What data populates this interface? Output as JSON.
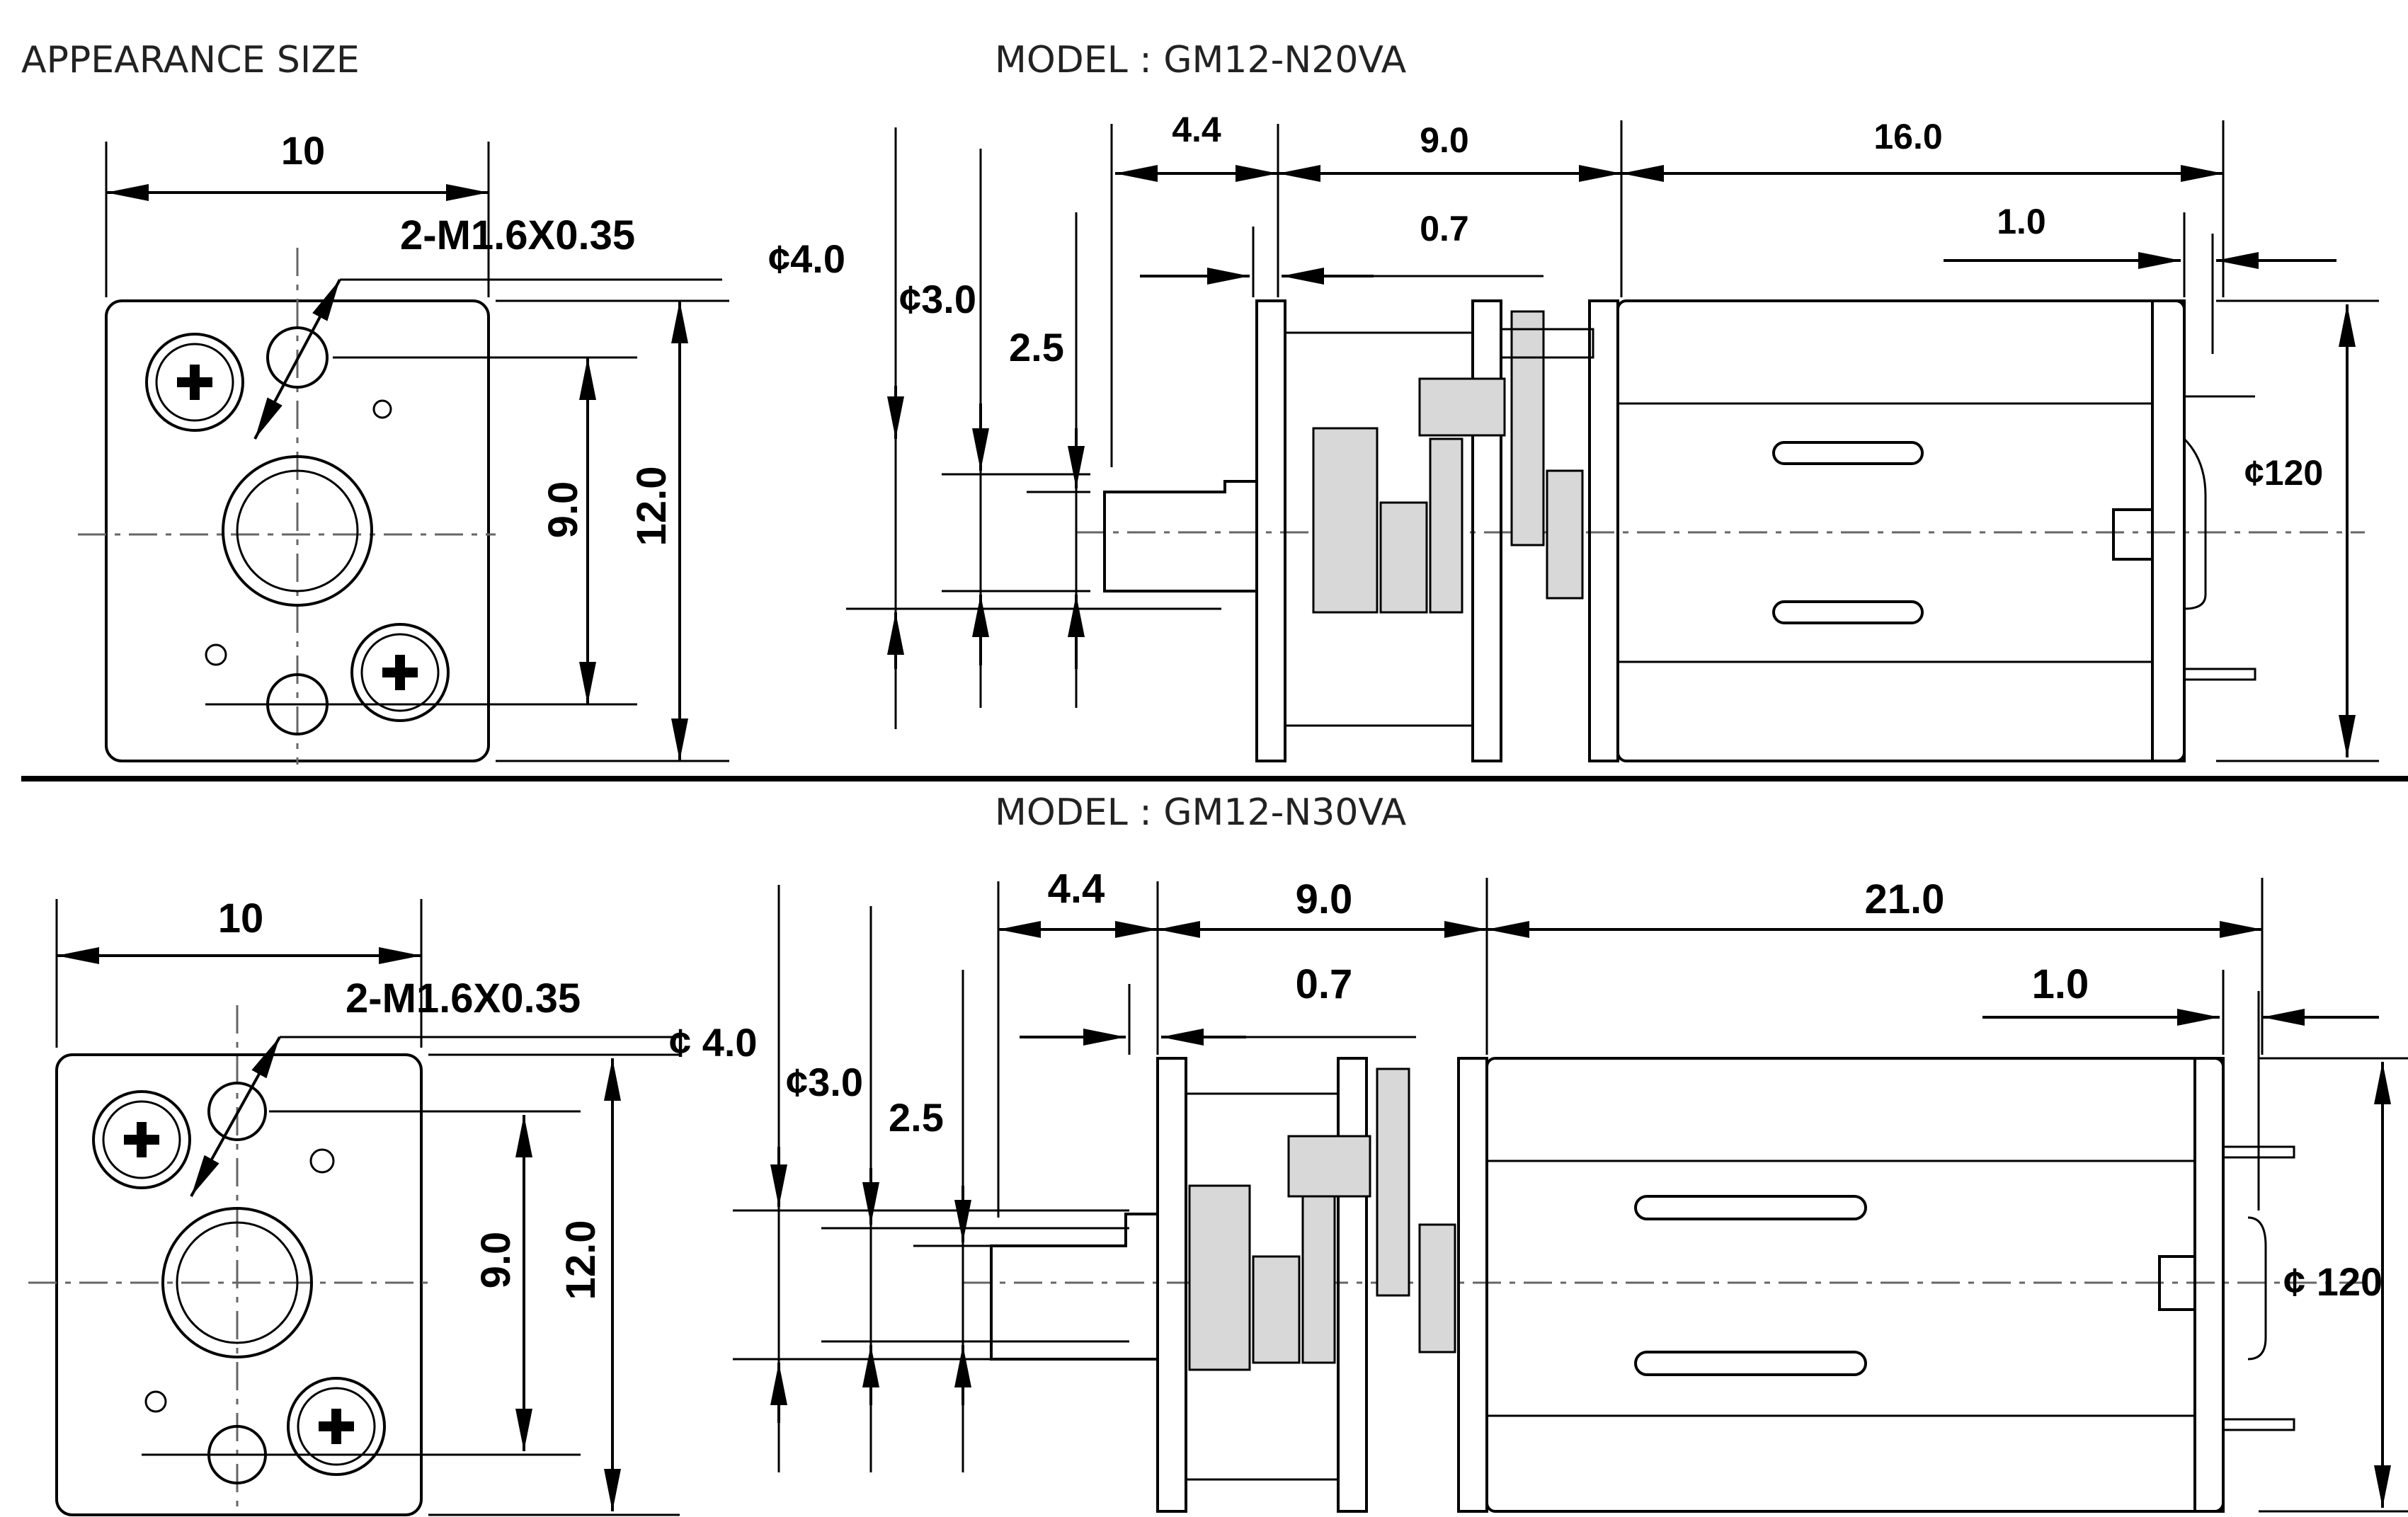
{
  "header": {
    "title": "APPEARANCE SIZE",
    "model_top": "MODEL : GM12-N20VA",
    "model_bottom": "MODEL : GM12-N30VA"
  },
  "top": {
    "front": {
      "width": "10",
      "screw": "2-M1.6X0.35",
      "hole_pitch": "9.0",
      "height": "12.0"
    },
    "side": {
      "d_outer": "¢4.0",
      "d_shaft": "¢3.0",
      "flat": "2.5",
      "shaft_len": "4.4",
      "gearbox_len": "9.0",
      "plate": "0.7",
      "motor_len": "16.0",
      "endcap": "1.0",
      "diameter": "¢120"
    }
  },
  "bottom": {
    "front": {
      "width": "10",
      "screw": "2-M1.6X0.35",
      "hole_pitch": "9.0",
      "height": "12.0"
    },
    "side": {
      "d_outer": "¢ 4.0",
      "d_shaft": "¢3.0",
      "flat": "2.5",
      "shaft_len": "4.4",
      "gearbox_len": "9.0",
      "plate": "0.7",
      "motor_len": "21.0",
      "endcap": "1.0",
      "diameter": "¢ 120"
    }
  }
}
